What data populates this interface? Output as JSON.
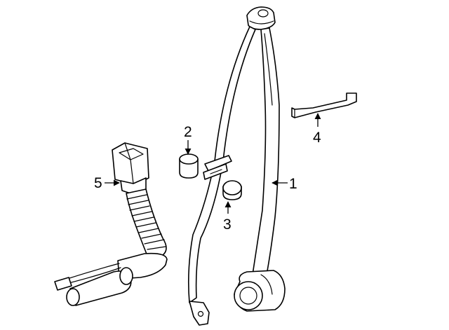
{
  "callouts": {
    "c1": "1",
    "c2": "2",
    "c3": "3",
    "c4": "4",
    "c5": "5"
  },
  "colors": {
    "stroke": "#000000",
    "fill": "#ffffff"
  }
}
